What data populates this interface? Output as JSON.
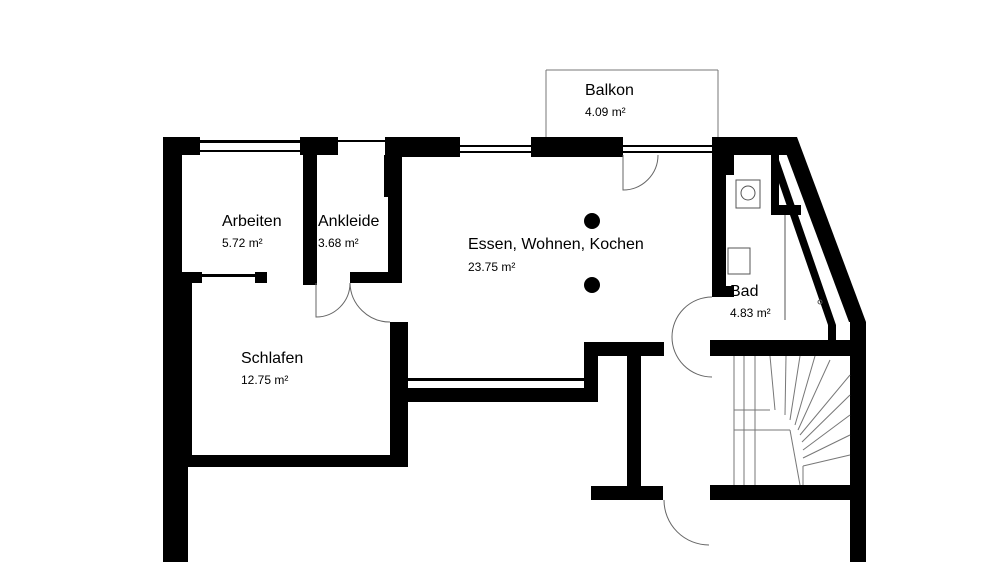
{
  "rooms": {
    "balkon": {
      "name": "Balkon",
      "area": "4.09 m²"
    },
    "arbeiten": {
      "name": "Arbeiten",
      "area": "5.72 m²"
    },
    "ankleide": {
      "name": "Ankleide",
      "area": "3.68 m²"
    },
    "essen": {
      "name": "Essen, Wohnen, Kochen",
      "area": "23.75 m²"
    },
    "bad": {
      "name": "Bad",
      "area": "4.83 m²"
    },
    "schlafen": {
      "name": "Schlafen",
      "area": "12.75 m²"
    }
  },
  "colors": {
    "wall": "#000000",
    "thin_line": "#555555",
    "background": "#ffffff"
  }
}
